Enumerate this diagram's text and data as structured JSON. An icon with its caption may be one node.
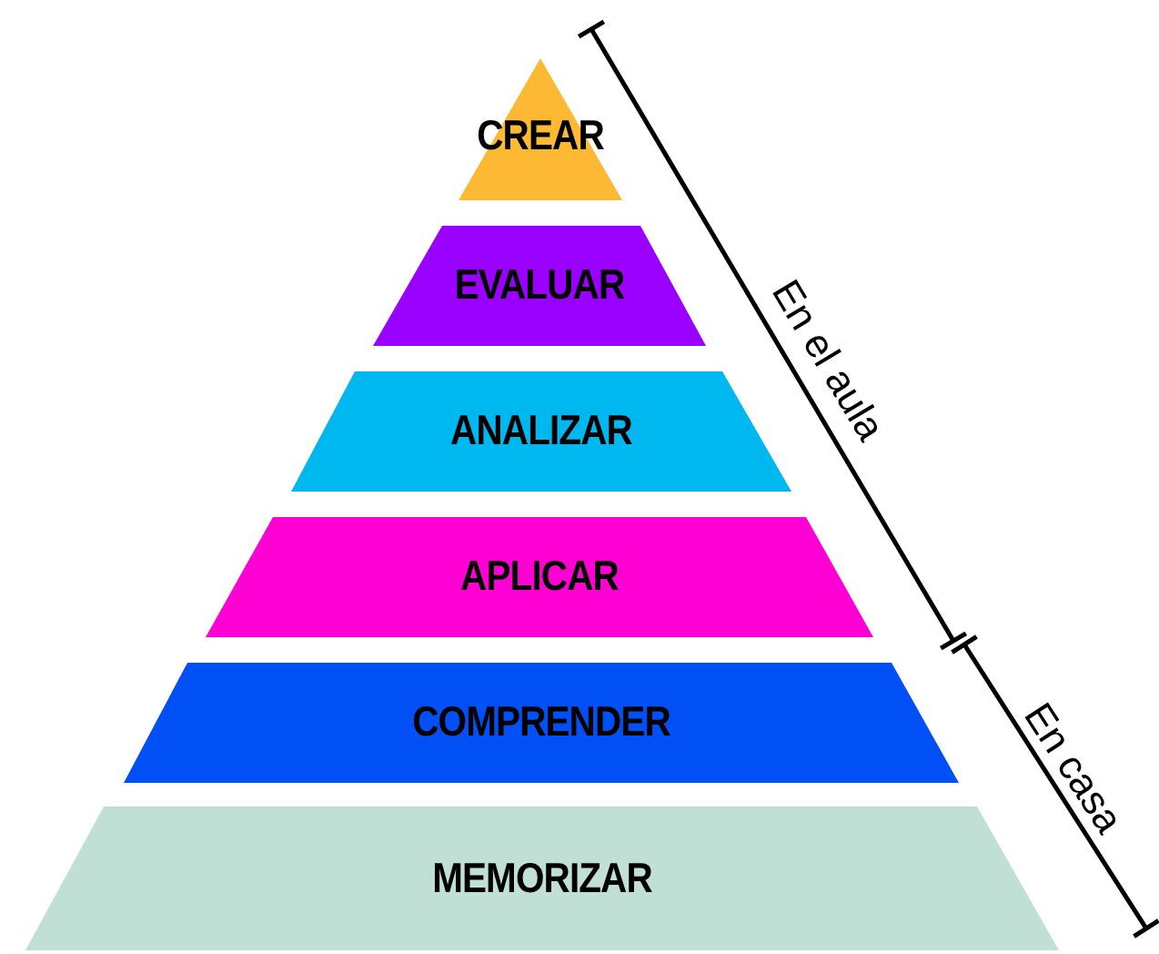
{
  "diagram": {
    "nodes": [
      {
        "text": [
          "CREAR"
        ]
      },
      {
        "text": [
          "EVALUAR"
        ]
      },
      {
        "text": [
          "ANALIZAR"
        ]
      },
      {
        "text": [
          "APLICAR"
        ]
      },
      {
        "text": [
          "COMPRENDER"
        ]
      },
      {
        "text": [
          "MEMORIZAR"
        ]
      }
    ],
    "labels": [
      "En el aula",
      "En casa"
    ]
  }
}
